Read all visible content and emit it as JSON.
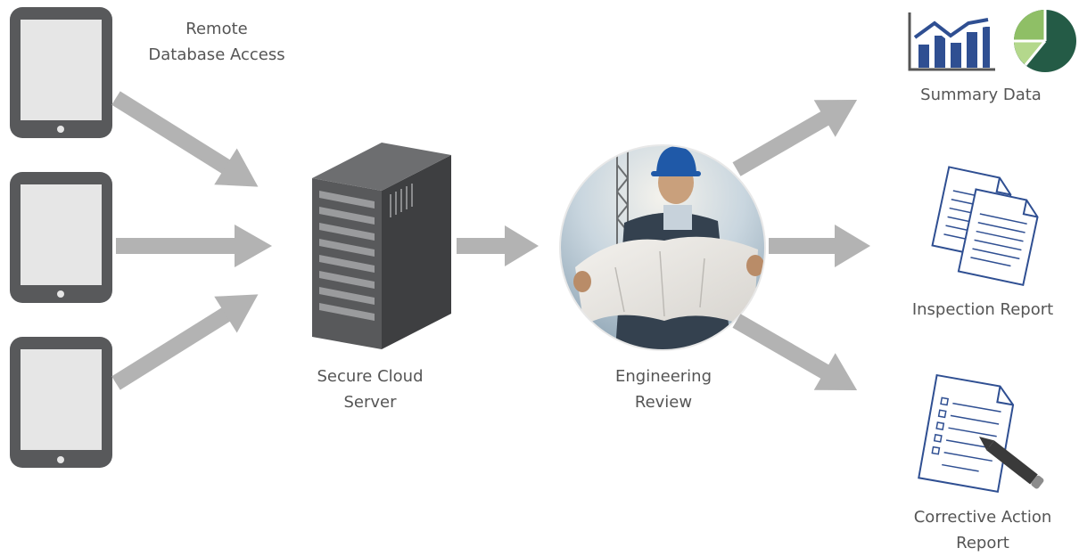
{
  "labels": {
    "remote_access": [
      "Remote",
      "Database Access"
    ],
    "cloud_server": [
      "Secure Cloud",
      "Server"
    ],
    "engineering_review": [
      "Engineering",
      "Review"
    ],
    "summary_data": "Summary Data",
    "inspection_report": "Inspection Report",
    "corrective_action": [
      "Corrective Action",
      "Report"
    ]
  },
  "colors": {
    "arrow": "#b3b3b3",
    "device": "#58595b",
    "screen": "#e6e6e6",
    "server_front": "#58595b",
    "server_side": "#3e3f41",
    "server_top": "#6d6e70",
    "chart_blue": "#2f4f92",
    "pie_dark": "#245b46",
    "pie_light": "#8fbf66",
    "doc_border": "#2f4f92",
    "text": "#555555"
  },
  "icons": {
    "devices": "tablet-icon",
    "server": "server-icon",
    "reviewer": "engineer-photo",
    "summary": [
      "bar-line-chart-icon",
      "pie-chart-icon"
    ],
    "inspection": "documents-icon",
    "corrective": "checklist-pencil-icon"
  }
}
